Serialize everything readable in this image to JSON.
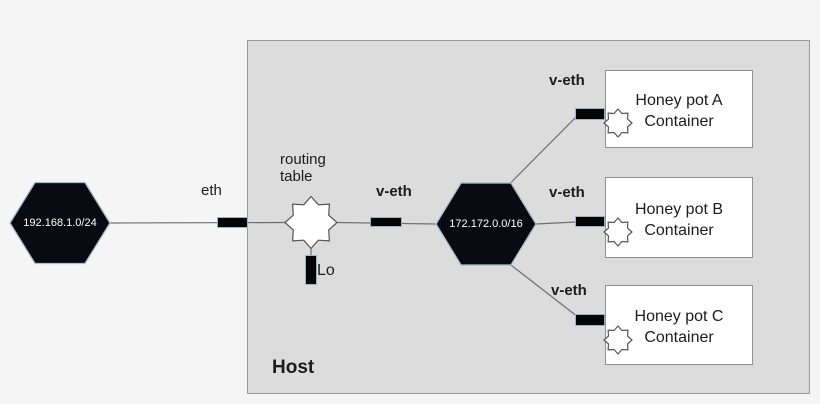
{
  "host": {
    "label": "Host"
  },
  "networks": {
    "external": {
      "label": "192.168.1.0/24"
    },
    "internal": {
      "label": "172.172.0.0/16"
    }
  },
  "routing_table": {
    "label": "routing table"
  },
  "interfaces": {
    "eth": {
      "label": "eth"
    },
    "lo": {
      "label": "Lo"
    },
    "veth_main": {
      "label": "v-eth"
    },
    "veth_a": {
      "label": "v-eth"
    },
    "veth_b": {
      "label": "v-eth"
    },
    "veth_c": {
      "label": "v-eth"
    }
  },
  "containers": [
    {
      "title": "Honey pot A",
      "subtitle": "Container"
    },
    {
      "title": "Honey pot B",
      "subtitle": "Container"
    },
    {
      "title": "Honey pot C",
      "subtitle": "Container"
    }
  ],
  "colors": {
    "page-bg": "#f5f5f6",
    "host-bg": "#dcdcdc",
    "host-border": "#9a9a9a",
    "node-fill": "#0a0b10",
    "node-rim": "#a9bdd2",
    "line": "#6e6e6e",
    "container-bg": "#ffffff",
    "container-border": "#8f8f8f",
    "star-fill": "#ffffff",
    "star-stroke": "#555555",
    "bar-fill": "#050505",
    "bar-rim": "#9db1c9",
    "text": "#1c1c1c",
    "node-text": "#ffffff"
  }
}
